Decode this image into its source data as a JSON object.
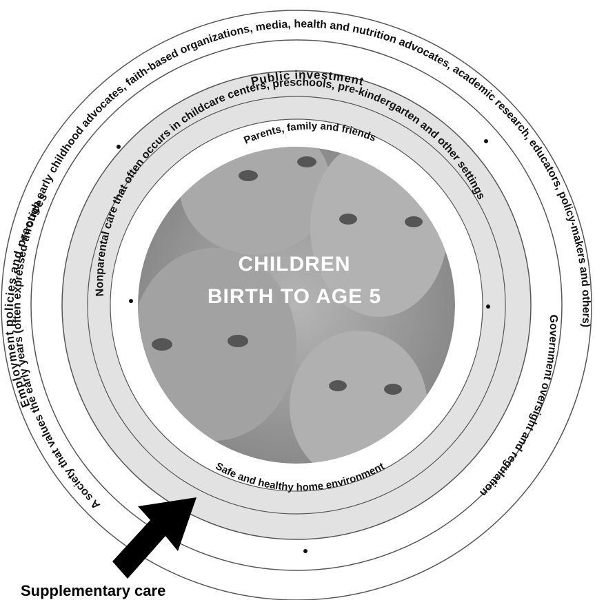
{
  "center": {
    "line1": "CHILDREN",
    "line2": "BIRTH TO AGE 5"
  },
  "rings": {
    "outer_left": "A society that values the early years (often expressed through early childhood advocates, faith-based organizations, media, health and nutrition advocates, academic research, educators, policy-makers and others)",
    "public_investment": "Public investment",
    "employment": "Employment policies and practices",
    "government": "Government oversight and regulation",
    "nonparental": "Nonparental care that often occurs in childcare centers, preschools, pre-kindergarten and other settings",
    "parents": "Parents, family and friends",
    "safe_home": "Safe and healthy home environment"
  },
  "pointer": {
    "label": "Supplementary care"
  },
  "colors": {
    "ring_outer": "#ffffff",
    "ring_gray": "#e2e2e2",
    "stroke": "#555555",
    "photo": "#9a9a9a"
  }
}
